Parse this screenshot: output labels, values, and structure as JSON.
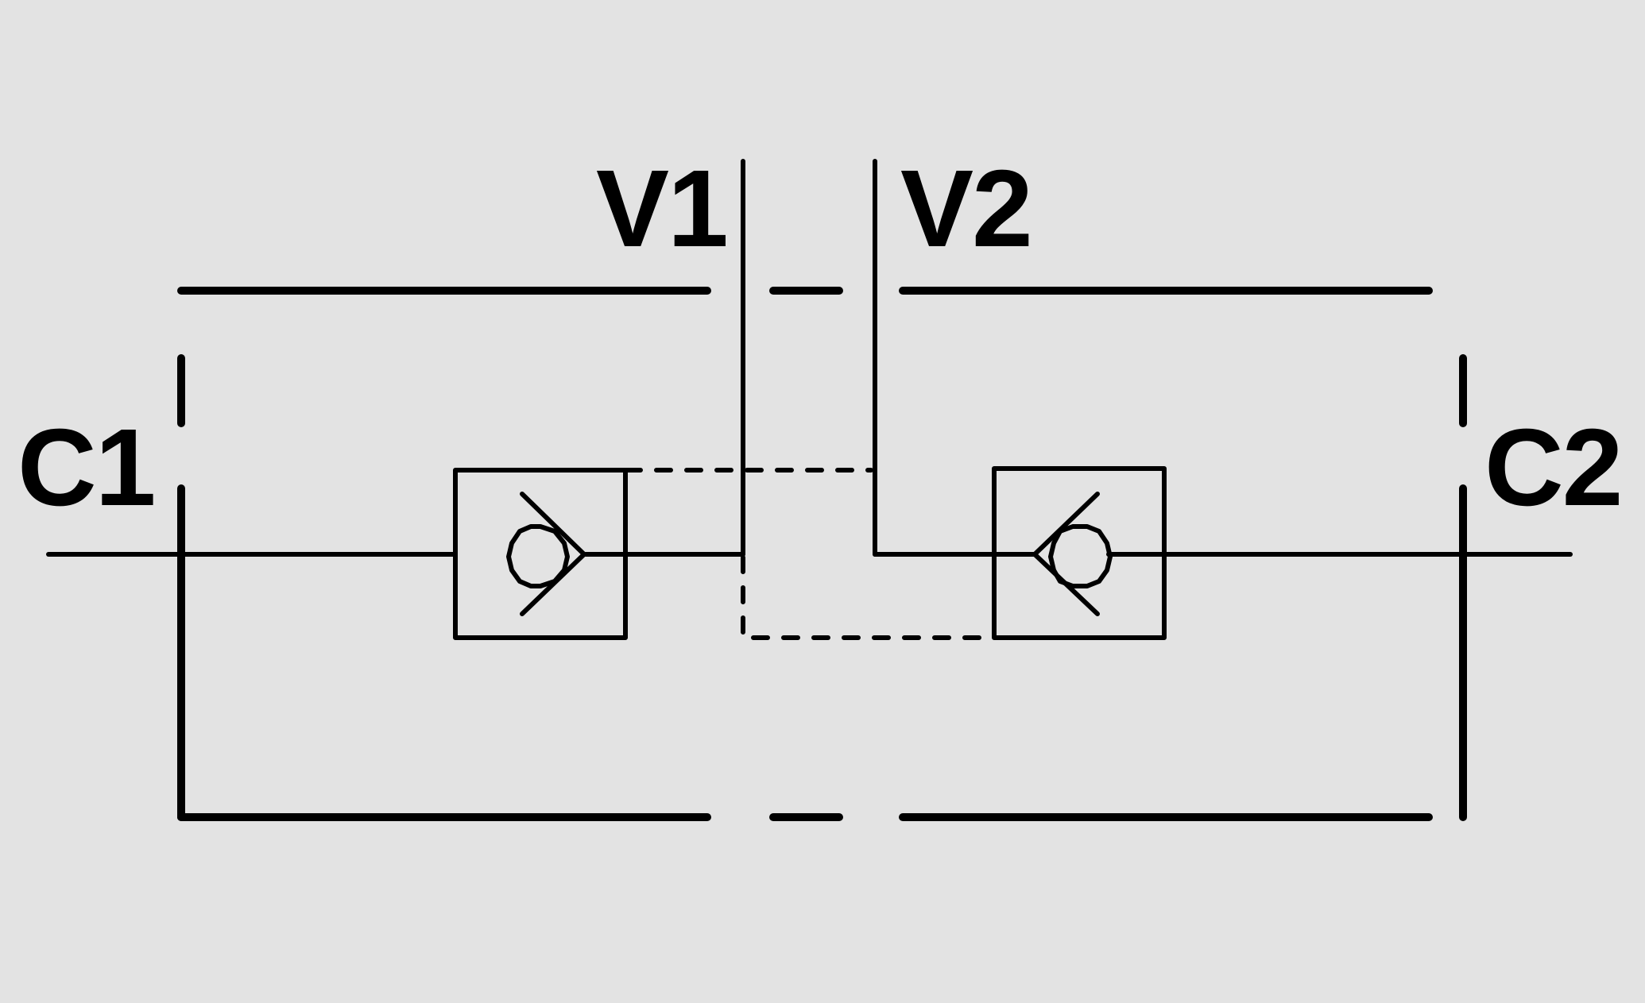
{
  "colors": {
    "background": "#e3e3e3",
    "stroke": "#000000"
  },
  "ports": {
    "v1": "V1",
    "v2": "V2",
    "c1": "C1",
    "c2": "C2"
  },
  "components": [
    {
      "id": "check-valve-left",
      "type": "check-valve"
    },
    {
      "id": "check-valve-right",
      "type": "check-valve"
    }
  ]
}
